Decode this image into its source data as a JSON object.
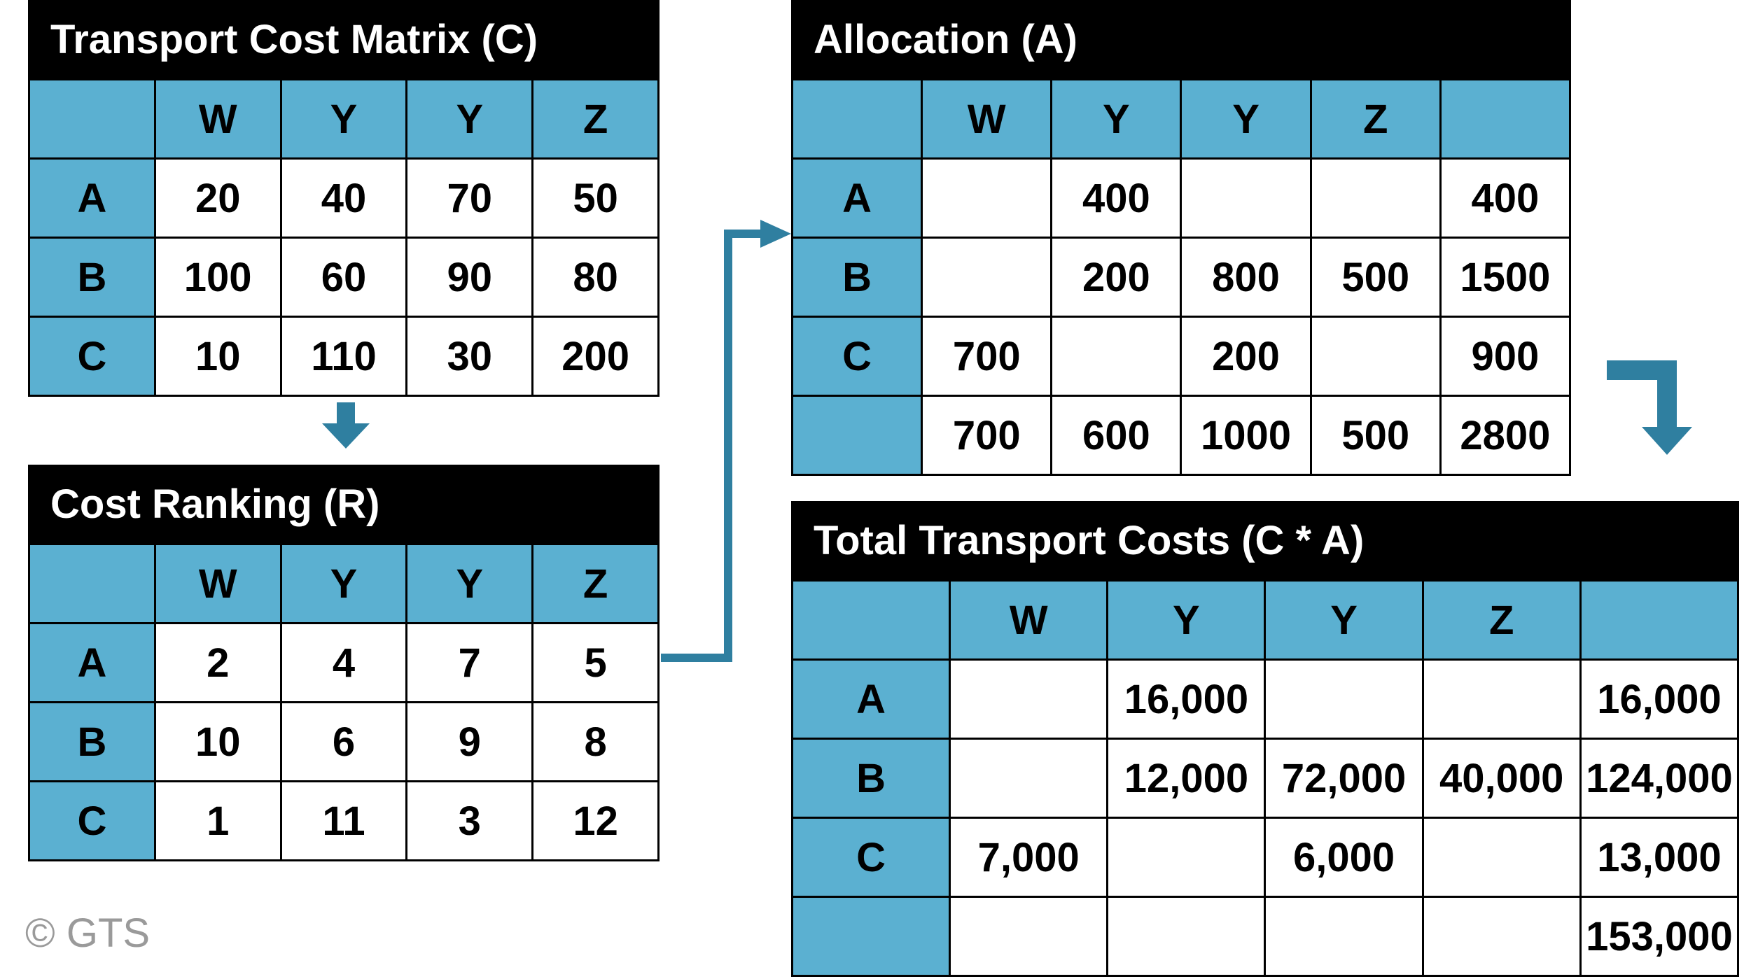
{
  "colors": {
    "header_blue": "#5bb0d1",
    "arrow_blue": "#2f7fa0",
    "title_bg": "#000000",
    "title_text": "#ffffff"
  },
  "cost_matrix": {
    "title": "Transport Cost Matrix (C)",
    "columns": [
      "",
      "W",
      "Y",
      "Y",
      "Z"
    ],
    "rows": [
      {
        "label": "A",
        "cells": [
          "20",
          "40",
          "70",
          "50"
        ]
      },
      {
        "label": "B",
        "cells": [
          "100",
          "60",
          "90",
          "80"
        ]
      },
      {
        "label": "C",
        "cells": [
          "10",
          "110",
          "30",
          "200"
        ]
      }
    ]
  },
  "cost_ranking": {
    "title": "Cost Ranking (R)",
    "columns": [
      "",
      "W",
      "Y",
      "Y",
      "Z"
    ],
    "rows": [
      {
        "label": "A",
        "cells": [
          "2",
          "4",
          "7",
          "5"
        ]
      },
      {
        "label": "B",
        "cells": [
          "10",
          "6",
          "9",
          "8"
        ]
      },
      {
        "label": "C",
        "cells": [
          "1",
          "11",
          "3",
          "12"
        ]
      }
    ]
  },
  "allocation": {
    "title": "Allocation (A)",
    "columns": [
      "",
      "W",
      "Y",
      "Y",
      "Z",
      ""
    ],
    "rows": [
      {
        "label": "A",
        "cells": [
          "",
          "400",
          "",
          "",
          "400"
        ]
      },
      {
        "label": "B",
        "cells": [
          "",
          "200",
          "800",
          "500",
          "1500"
        ]
      },
      {
        "label": "C",
        "cells": [
          "700",
          "",
          "200",
          "",
          "900"
        ]
      },
      {
        "label": "",
        "cells": [
          "700",
          "600",
          "1000",
          "500",
          "2800"
        ]
      }
    ]
  },
  "total_costs": {
    "title": "Total Transport Costs (C * A)",
    "columns": [
      "",
      "W",
      "Y",
      "Y",
      "Z",
      ""
    ],
    "rows": [
      {
        "label": "A",
        "cells": [
          "",
          "16,000",
          "",
          "",
          "16,000"
        ]
      },
      {
        "label": "B",
        "cells": [
          "",
          "12,000",
          "72,000",
          "40,000",
          "124,000"
        ]
      },
      {
        "label": "C",
        "cells": [
          "7,000",
          "",
          "6,000",
          "",
          "13,000"
        ]
      },
      {
        "label": "",
        "cells": [
          "",
          "",
          "",
          "",
          "153,000"
        ]
      }
    ]
  },
  "arrows": [
    {
      "name": "arrow-down-icon",
      "from": "cost_matrix",
      "to": "cost_ranking"
    },
    {
      "name": "connector-arrow-icon",
      "from": "cost_ranking",
      "to": "allocation"
    },
    {
      "name": "elbow-arrow-icon",
      "from": "allocation",
      "to": "total_costs"
    }
  ],
  "copyright": "© GTS"
}
